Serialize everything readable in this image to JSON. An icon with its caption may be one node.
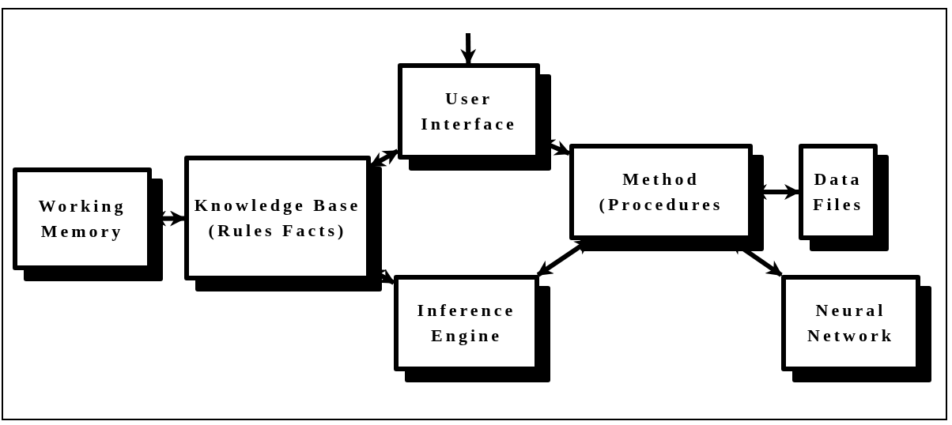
{
  "diagram": {
    "nodes": [
      {
        "text": [
          "Working Memory"
        ]
      },
      {
        "text": [
          "Knowledge Base (Rules Facts)"
        ]
      },
      {
        "text": [
          "User Interface"
        ]
      },
      {
        "text": [
          "Method (Procedures"
        ]
      },
      {
        "text": [
          "Data Files"
        ]
      },
      {
        "text": [
          "Inference Engine"
        ]
      },
      {
        "text": [
          "Neural Network"
        ]
      }
    ],
    "edges": [
      {
        "from": null,
        "to": 2,
        "arrow": "to"
      },
      {
        "from": 0,
        "to": 1,
        "arrow": "both"
      },
      {
        "from": 1,
        "to": 2,
        "arrow": "both"
      },
      {
        "from": 1,
        "to": 5,
        "arrow": "both"
      },
      {
        "from": 2,
        "to": 3,
        "arrow": "both"
      },
      {
        "from": 3,
        "to": 4,
        "arrow": "both"
      },
      {
        "from": 3,
        "to": 5,
        "arrow": "both"
      },
      {
        "from": 3,
        "to": 6,
        "arrow": "both"
      }
    ]
  }
}
